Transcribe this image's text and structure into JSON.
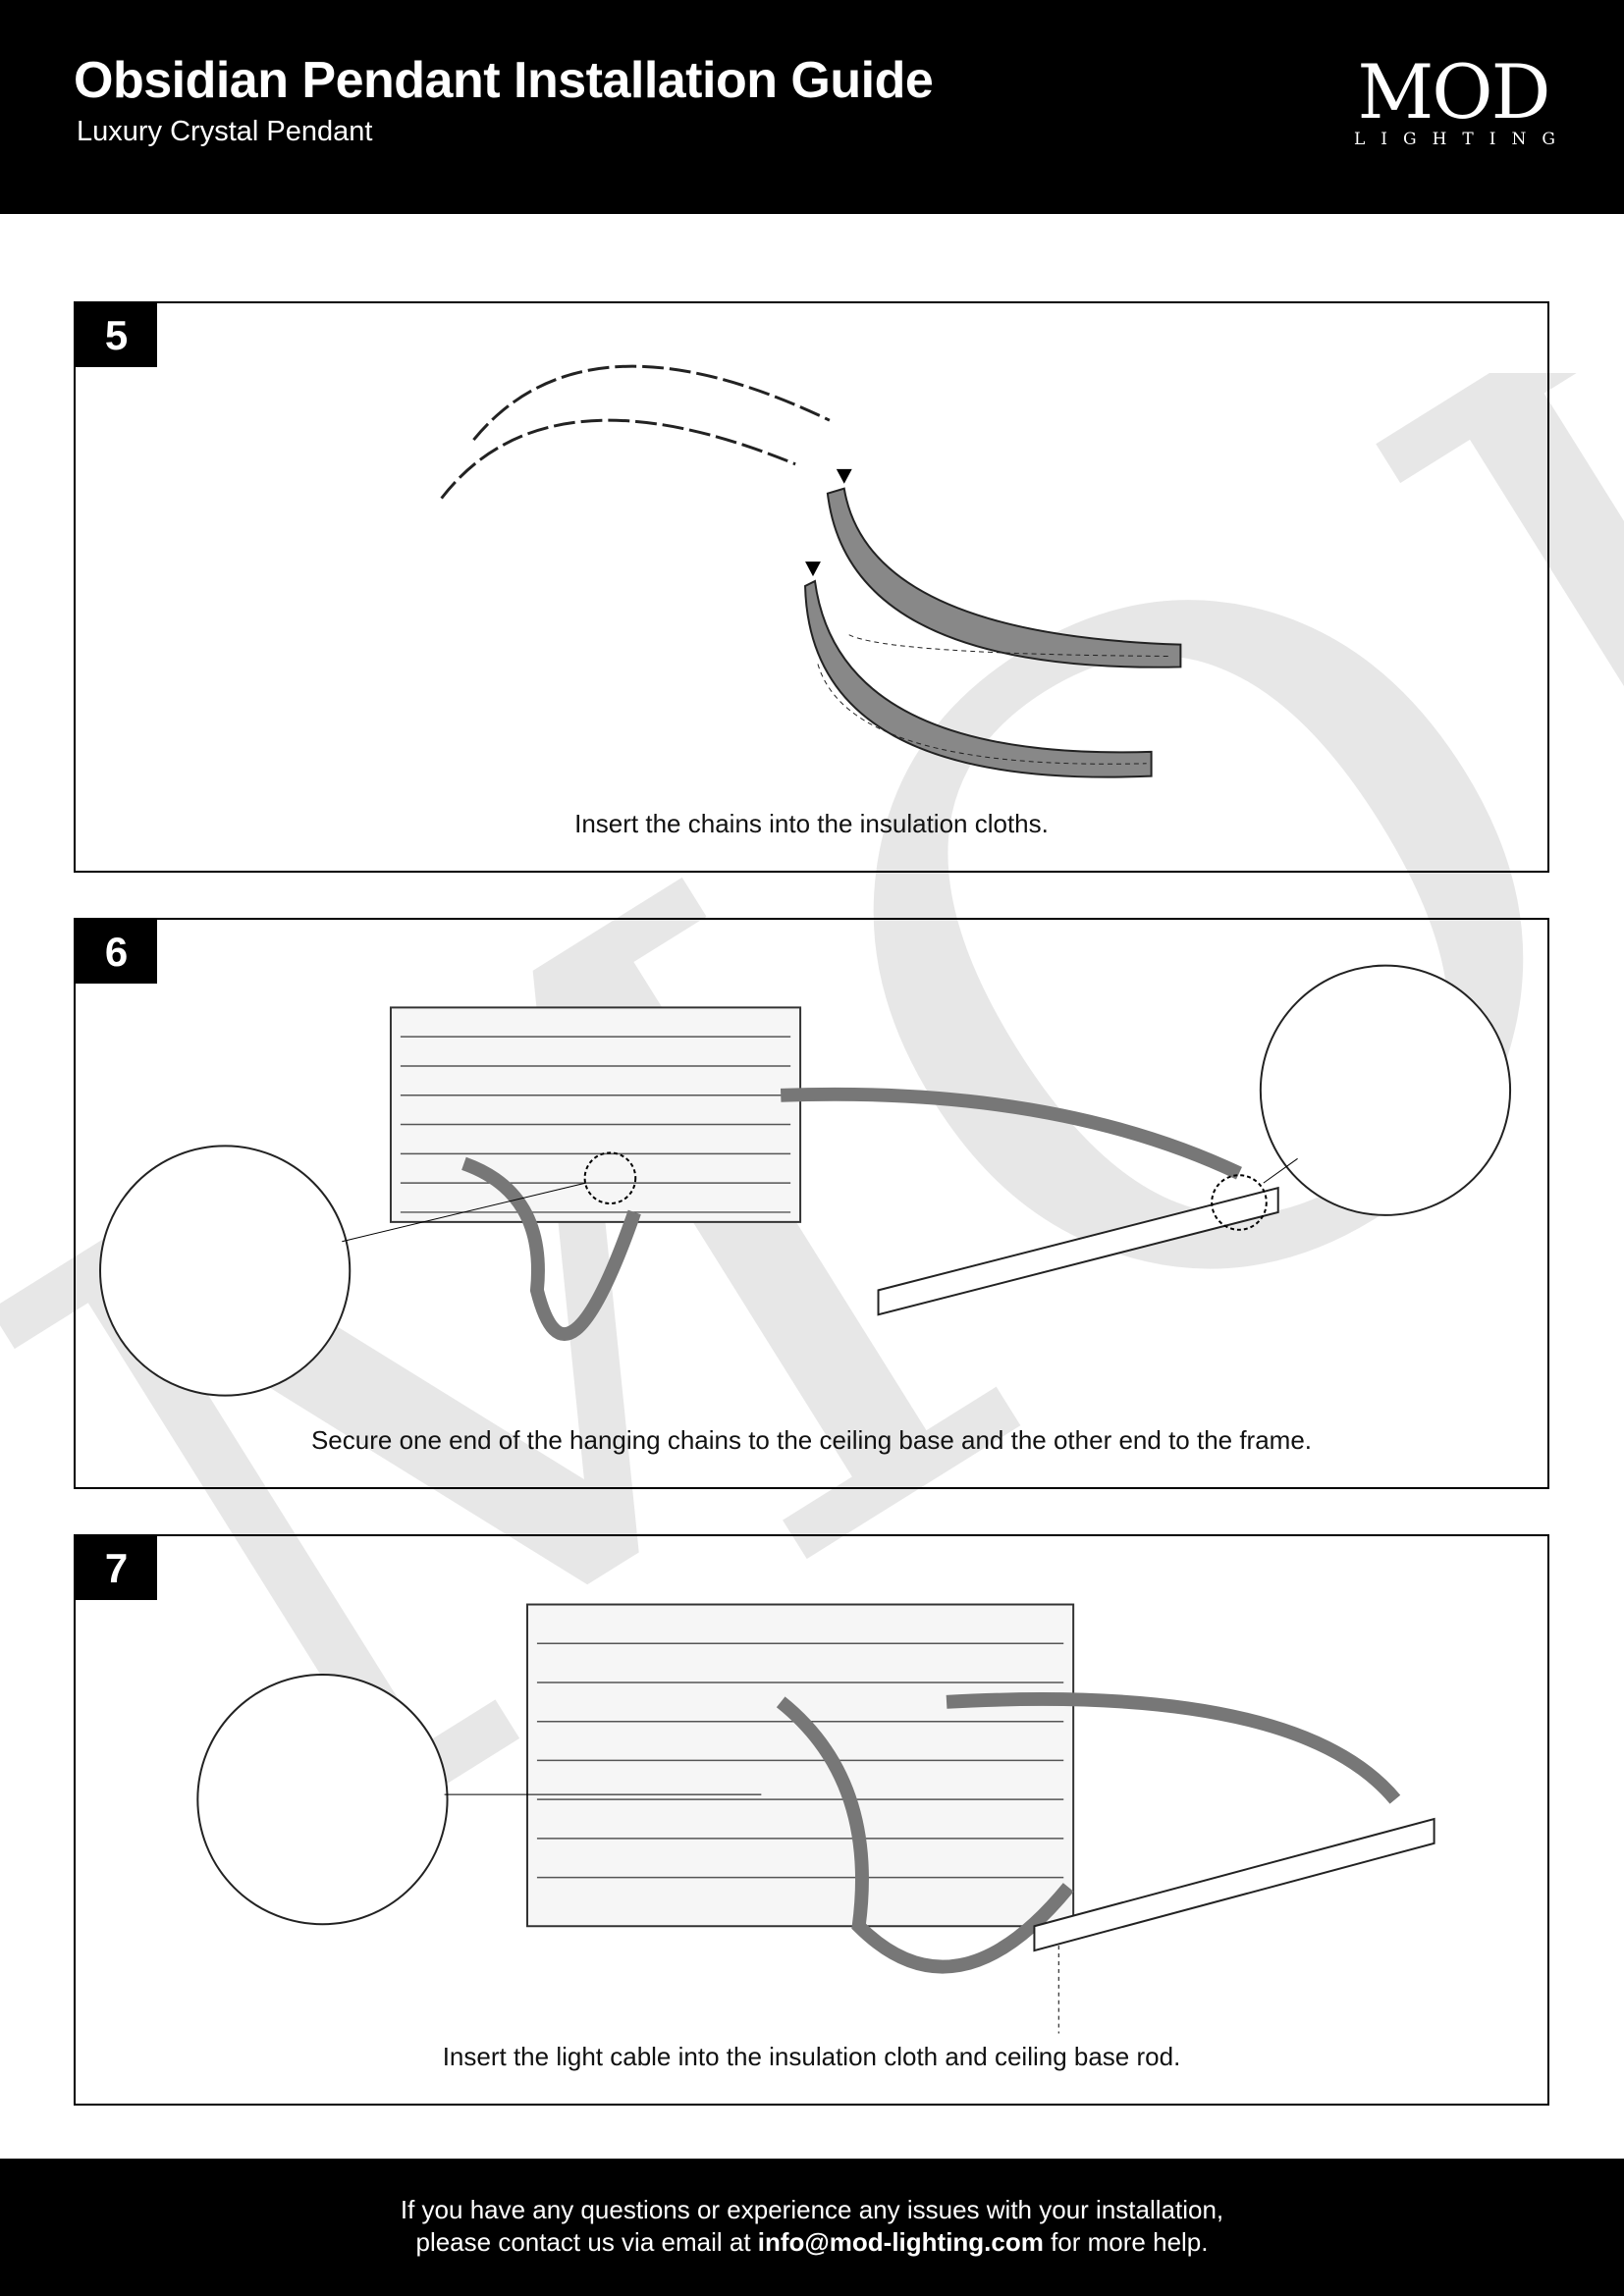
{
  "header": {
    "title": "Obsidian Pendant Installation Guide",
    "subtitle": "Luxury Crystal Pendant",
    "logo_main": "MOD",
    "logo_sub": "LIGHTING"
  },
  "steps": [
    {
      "number": "5",
      "caption": "Insert the chains into the insulation cloths."
    },
    {
      "number": "6",
      "caption": "Secure one end of the hanging chains to the ceiling base and the other end to the frame."
    },
    {
      "number": "7",
      "caption": "Insert the light cable into the insulation cloth and ceiling base rod."
    }
  ],
  "footer": {
    "line1": "If you have any questions or experience any issues with your installation,",
    "line2_prefix": "please contact us via email at ",
    "email": "info@mod-lighting.com",
    "line2_suffix": " for more help."
  }
}
